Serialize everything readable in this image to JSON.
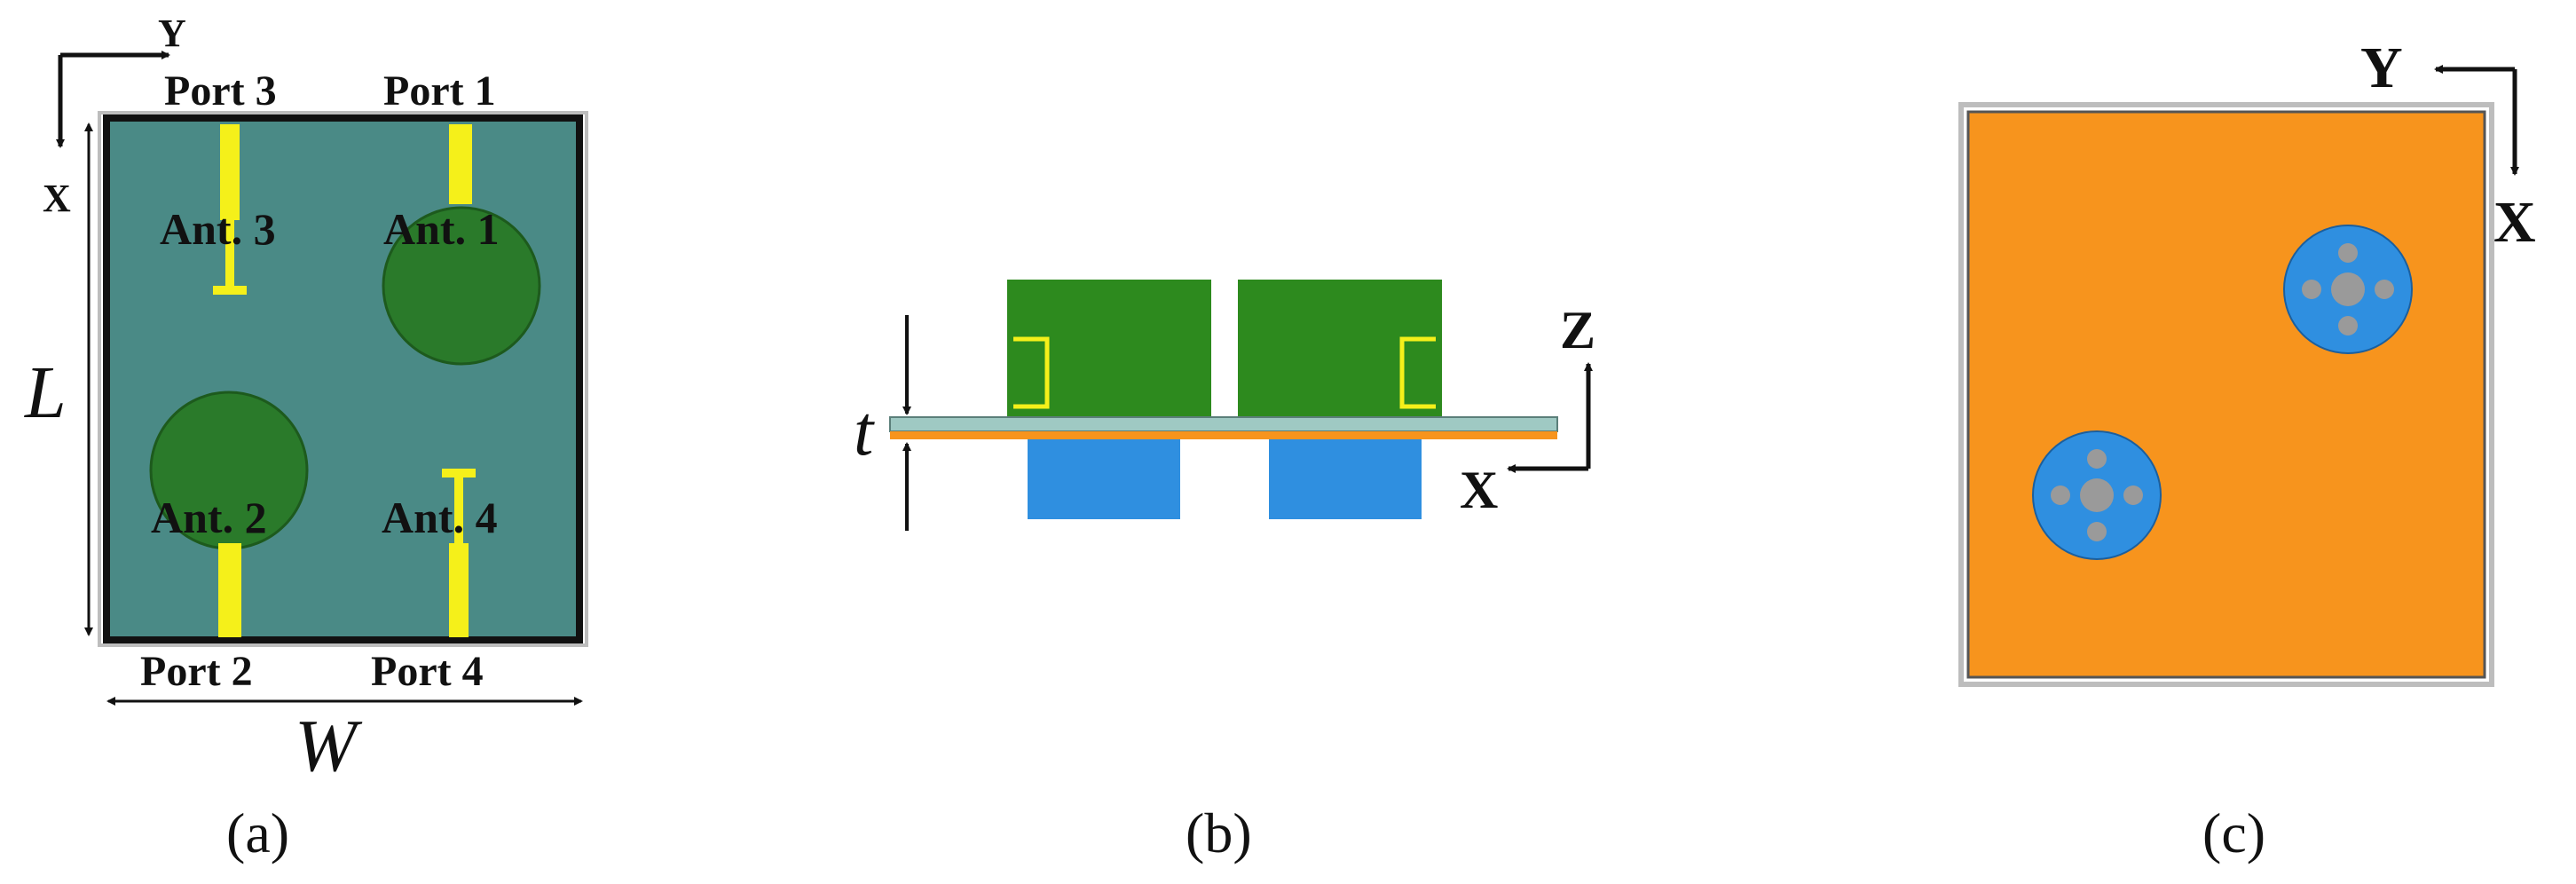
{
  "panels": {
    "a": {
      "caption": "(a)",
      "ports": [
        "Port 3",
        "Port 1",
        "Port 2",
        "Port 4"
      ],
      "antennas": [
        "Ant. 3",
        "Ant. 1",
        "Ant. 2",
        "Ant. 4"
      ],
      "axes": {
        "y": "Y",
        "x": "X"
      },
      "dims": {
        "length": "L",
        "width": "W"
      }
    },
    "b": {
      "caption": "(b)",
      "axes": {
        "z": "Z",
        "x": "X"
      },
      "dims": {
        "thickness": "t"
      }
    },
    "c": {
      "caption": "(c)",
      "axes": {
        "y": "Y",
        "x": "X"
      }
    }
  },
  "colors": {
    "substrate": "#4a8a86",
    "patch": "#2a7a2a",
    "feed": "#f5f01a",
    "ground": "#f7941d",
    "dielectric_blue": "#2f8fe0",
    "cap": "#2d8a1e",
    "pin": "#9a9a9a"
  }
}
